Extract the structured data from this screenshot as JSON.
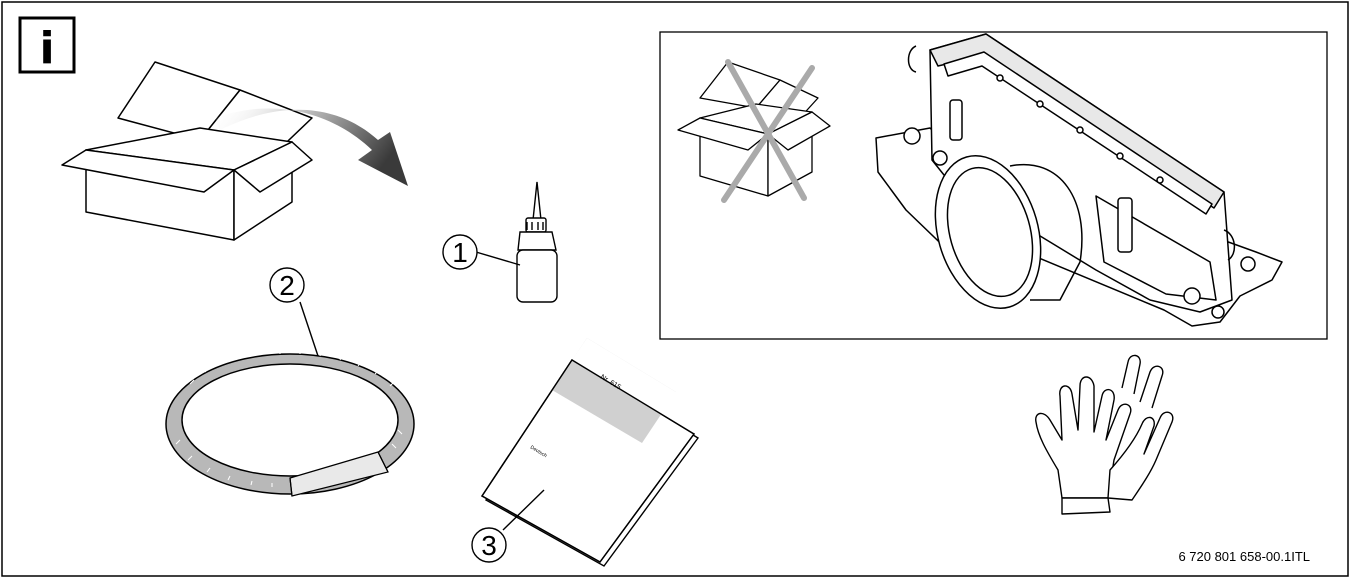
{
  "info_badge": {
    "icon": "info-icon",
    "glyph": "i"
  },
  "callouts": {
    "c1": "1",
    "c2": "2",
    "c3": "3"
  },
  "manual_cover": {
    "title": "Nr. 615",
    "subtitle": "Deutsch"
  },
  "doc_code": "6 720 801 658-00.1ITL"
}
